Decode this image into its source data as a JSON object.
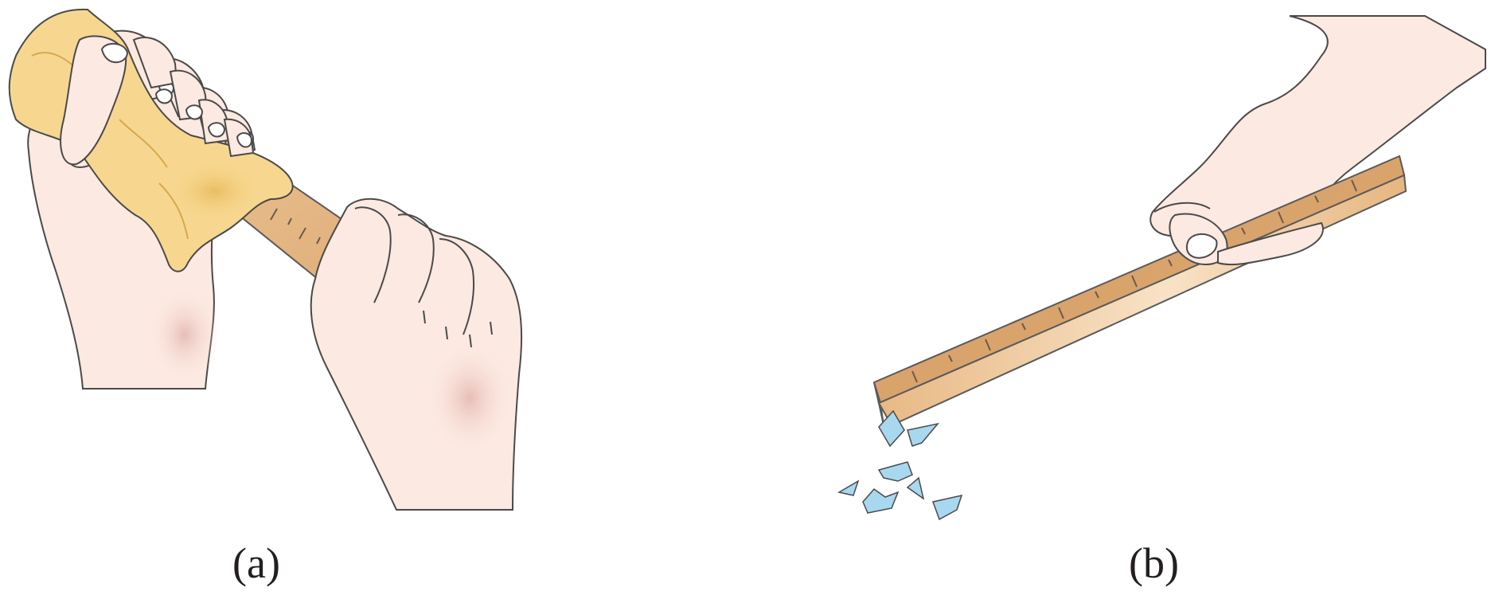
{
  "panels": [
    {
      "id": "a",
      "caption": "(a)"
    },
    {
      "id": "b",
      "caption": "(b)"
    }
  ],
  "colors": {
    "background": "#ffffff",
    "outline": "#4a4a4a",
    "skin": "#fce9e1",
    "skin_shadow": "#e9c3bd",
    "cloth": "#f7d78f",
    "cloth_shadow": "#e8bf66",
    "ruler_light": "#f6dcbc",
    "ruler_dark": "#e3b37e",
    "ruler_edge": "#d9a36c",
    "paper_bits": "#a8d8f0",
    "caption_text": "#231f20"
  }
}
